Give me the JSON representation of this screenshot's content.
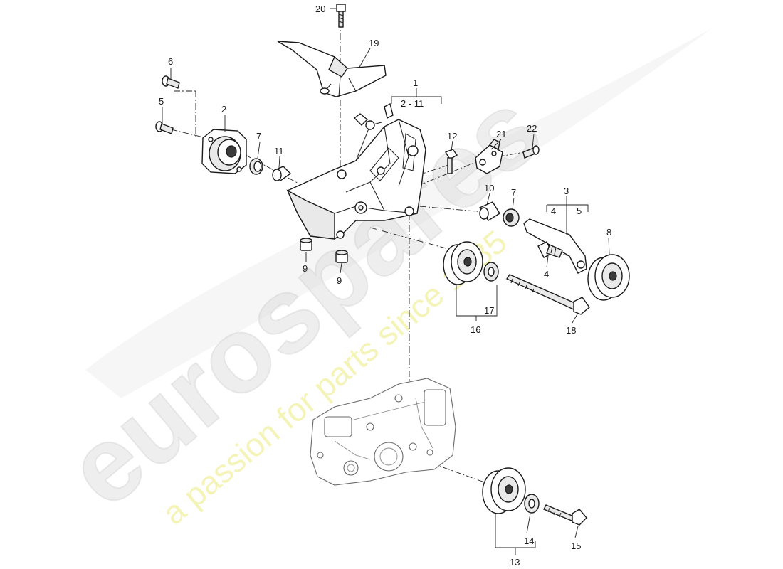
{
  "watermark": {
    "brand": "eurospares",
    "tagline": "a passion for parts since 1985",
    "brand_color": "#d9d9d9",
    "tagline_color": "#ecec8a"
  },
  "callouts": {
    "c1": "1",
    "c1_range": "2 - 11",
    "c2": "2",
    "c3": "3",
    "c3_a": "4",
    "c3_b": "5",
    "c4": "4",
    "c5": "5",
    "c6": "6",
    "c7a": "7",
    "c7b": "7",
    "c8": "8",
    "c9a": "9",
    "c9b": "9",
    "c10": "10",
    "c11": "11",
    "c12": "12",
    "c13": "13",
    "c14": "14",
    "c15": "15",
    "c16": "16",
    "c17": "17",
    "c18": "18",
    "c19": "19",
    "c20": "20",
    "c21": "21",
    "c22": "22"
  }
}
